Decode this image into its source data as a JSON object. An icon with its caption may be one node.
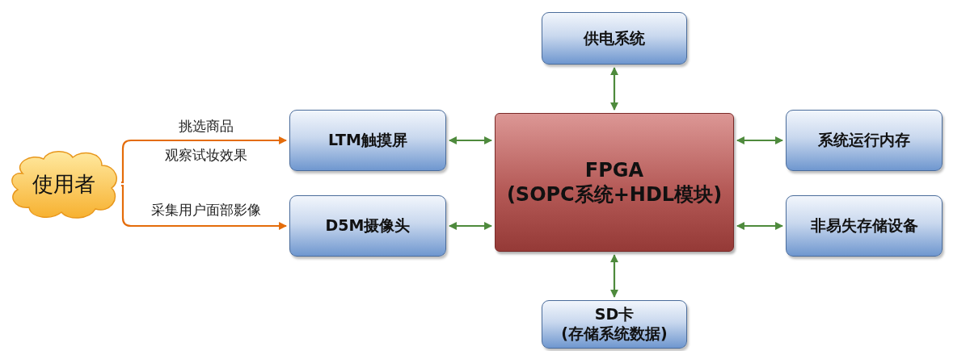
{
  "diagram": {
    "nodes": [
      {
        "text": [
          "使用者"
        ]
      },
      {
        "text": [
          "LTM触摸屏"
        ]
      },
      {
        "text": [
          "D5M摄像头"
        ]
      },
      {
        "text": [
          "FPGA",
          "(SOPC系统+HDL模块)"
        ]
      },
      {
        "text": [
          "供电系统"
        ]
      },
      {
        "text": [
          "系统运行内存"
        ]
      },
      {
        "text": [
          "非易失存储设备"
        ]
      },
      {
        "text": [
          "SD卡",
          "(存储系统数据)"
        ]
      }
    ],
    "edges": [
      {
        "from": 0,
        "to": 1,
        "arrow": "to",
        "label": "挑选商品",
        "color": "#e46c0a"
      },
      {
        "from": 0,
        "to": 2,
        "arrow": "to",
        "label": "采集用户面部影像",
        "color": "#e46c0a"
      },
      {
        "from": 1,
        "to": 3,
        "arrow": "both"
      },
      {
        "from": 2,
        "to": 3,
        "arrow": "both"
      },
      {
        "from": 4,
        "to": 3,
        "arrow": "both"
      },
      {
        "from": 3,
        "to": 5,
        "arrow": "both"
      },
      {
        "from": 3,
        "to": 6,
        "arrow": "both"
      },
      {
        "from": 3,
        "to": 7,
        "arrow": "both"
      }
    ],
    "labels": [
      "观察试妆效果"
    ]
  }
}
